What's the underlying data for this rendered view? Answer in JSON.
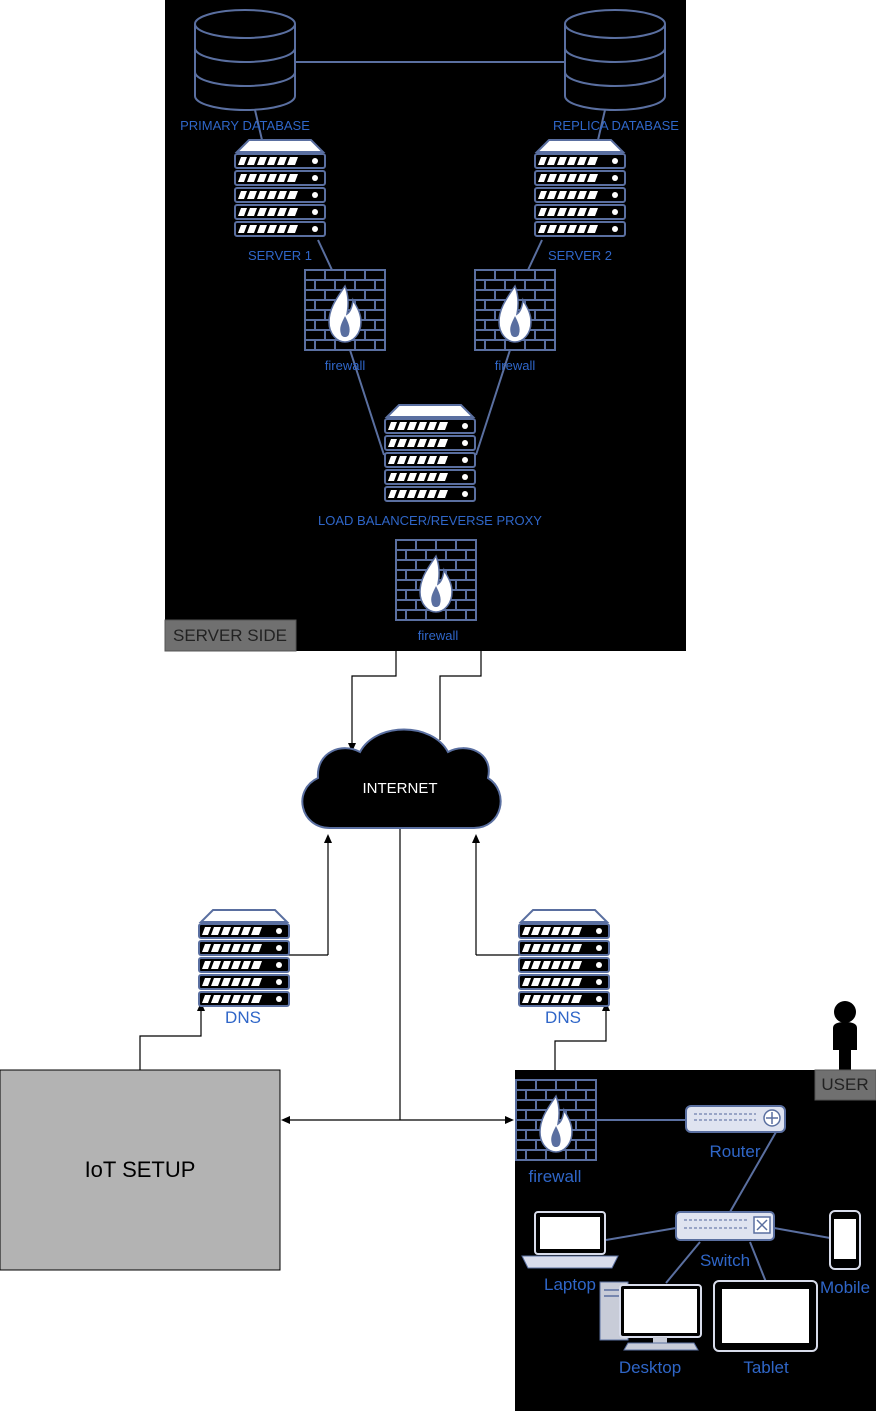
{
  "server_side": {
    "label": "SERVER SIDE",
    "primary_database": "PRIMARY DATABASE",
    "replica_database": "REPLICA DATABASE",
    "server1": "SERVER 1",
    "server2": "SERVER 2",
    "firewall_left": "firewall",
    "firewall_right": "firewall",
    "load_balancer": "LOAD BALANCER/REVERSE PROXY",
    "firewall_bottom": "firewall"
  },
  "internet": {
    "label": "INTERNET"
  },
  "dns_left": {
    "label": "DNS"
  },
  "dns_right": {
    "label": "DNS"
  },
  "iot": {
    "label": "IoT SETUP"
  },
  "user_side": {
    "label": "USER",
    "firewall": "firewall",
    "router": "Router",
    "switch": "Switch",
    "laptop": "Laptop",
    "mobile": "Mobile",
    "desktop": "Desktop",
    "tablet": "Tablet"
  },
  "colors": {
    "panel": "#000000",
    "device_stroke": "#5a6fa0",
    "label_blue": "#2f66c8",
    "server_label_bg": "#707070",
    "iot_bg": "#b3b3b3",
    "router_fill": "#dfe3f0"
  }
}
